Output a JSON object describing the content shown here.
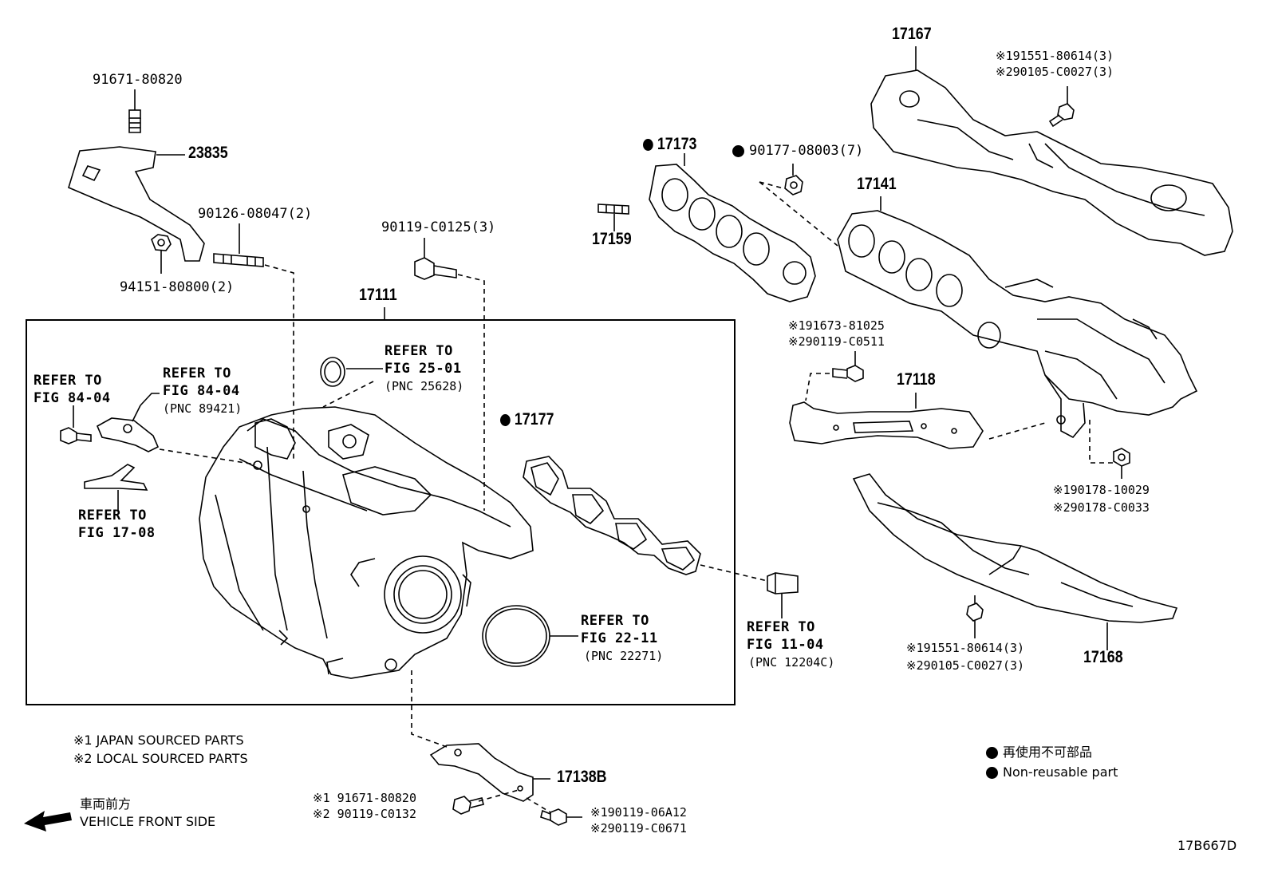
{
  "labels": {
    "p91671": "91671-80820",
    "p23835": "23835",
    "p90126": "90126-08047(2)",
    "p94151": "94151-80800(2)",
    "p90119_c0125": "90119-C0125(3)",
    "p17111": "17111",
    "refer_fig25_line1": "REFER TO",
    "refer_fig25_line2": "FIG 25-01",
    "refer_fig25_pnc": "(PNC 25628)",
    "refer_fig84_a_line1": "REFER TO",
    "refer_fig84_a_line2": "FIG 84-04",
    "refer_fig84_b_line1": "REFER TO",
    "refer_fig84_b_line2": "FIG 84-04",
    "refer_fig84_b_pnc": "(PNC 89421)",
    "refer_fig17_line1": "REFER TO",
    "refer_fig17_line2": "FIG 17-08",
    "p17177": "17177",
    "refer_fig22_line1": "REFER TO",
    "refer_fig22_line2": "FIG 22-11",
    "refer_fig22_pnc": "(PNC 22271)",
    "refer_fig11_line1": "REFER TO",
    "refer_fig11_line2": "FIG 11-04",
    "refer_fig11_pnc": "(PNC 12204C)",
    "p17173": "17173",
    "p90177": "90177-08003(7)",
    "p17159": "17159",
    "p17167": "17167",
    "p191551_top_1": "※191551-80614(3)",
    "p191551_top_2": "※290105-C0027(3)",
    "p17141": "17141",
    "p191673_1": "※191673-81025",
    "p191673_2": "※290119-C0511",
    "p17118": "17118",
    "p190178_1": "※190178-10029",
    "p190178_2": "※290178-C0033",
    "p191551_bot_1": "※191551-80614(3)",
    "p191551_bot_2": "※290105-C0027(3)",
    "p17168": "17168",
    "p17138b": "17138B",
    "p_bolt_left_1": "※1 91671-80820",
    "p_bolt_left_2": "※2 90119-C0132",
    "p_bolt_right_1": "※190119-06A12",
    "p_bolt_right_2": "※290119-C0671"
  },
  "notes": {
    "japan": "※1 JAPAN SOURCED PARTS",
    "local": "※2 LOCAL SOURCED PARTS",
    "front_jp": "車両前方",
    "front_en": "VEHICLE FRONT SIDE",
    "legend_jp": "再使用不可部品",
    "legend_en": "Non-reusable part",
    "figure_code": "17B667D"
  }
}
